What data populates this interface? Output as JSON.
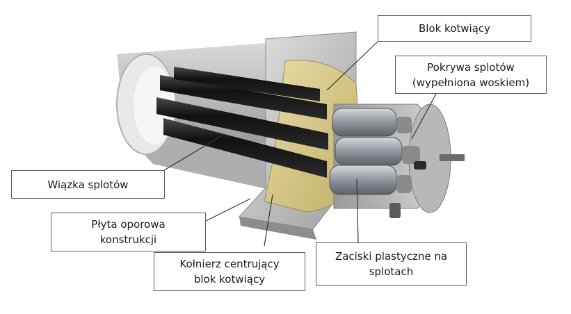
{
  "labels": {
    "blok_kotwiacy": "Blok kotwiący",
    "pokrywa_splotow": "Pokrywa splotów\n(wypełniona woskiem)",
    "wiazka_splotow": "Wiązka splotów",
    "plyta_oporowa": "Płyta oporowa\nkonstrukcji",
    "kolnierz": "Kołnierz centrujący\nblok kotwiący",
    "zaciski": "Zaciski plastyczne na\nsplotach"
  },
  "colors": {
    "background": "#ffffff",
    "plate": "#b9b9b9",
    "pipe": "#c6c6c6",
    "anchor_block": "#d8c98a",
    "strand": "#1c1c1c",
    "wedge": "#a9aeb4",
    "leader_line": "#333333"
  }
}
